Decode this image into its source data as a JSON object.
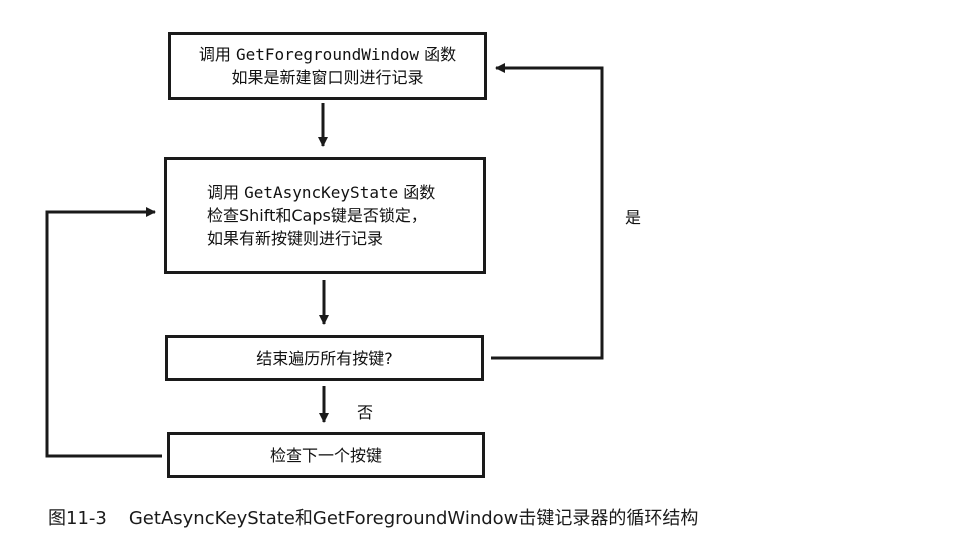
{
  "boxes": {
    "box1": {
      "line1_a": "调用 ",
      "line1_code": "GetForegroundWindow",
      "line1_b": " 函数",
      "line2": "如果是新建窗口则进行记录"
    },
    "box2": {
      "line1_a": "调用 ",
      "line1_code": "GetAsyncKeyState",
      "line1_b": " 函数",
      "line2": "检查Shift和Caps键是否锁定，",
      "line3": "如果有新按键则进行记录"
    },
    "box3": {
      "text": "结束遍历所有按键?"
    },
    "box4": {
      "text": "检查下一个按键"
    }
  },
  "labels": {
    "yes": "是",
    "no": "否"
  },
  "caption": {
    "number": "图11-3",
    "text": "GetAsyncKeyState和GetForegroundWindow击键记录器的循环结构"
  }
}
